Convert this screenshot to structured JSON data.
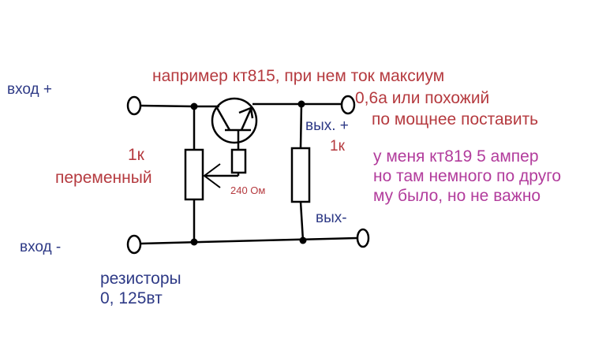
{
  "diagram": {
    "type": "circuit-schematic",
    "title_note": {
      "line1": "например кт815, при нем ток максиум",
      "line2": "0,6а или похожий",
      "line3": "по мощнее поставить"
    },
    "side_note": {
      "line1": "у меня кт819 5 ампер",
      "line2": "но там немного по друго",
      "line3": "му было, но не важно"
    },
    "labels": {
      "input_plus": "вход +",
      "input_minus": "вход -",
      "output_plus": "вых. +",
      "output_minus": "вых-",
      "pot_value": "1к",
      "pot_type": "переменный",
      "load_value": "1к",
      "base_resistor": "240 Ом",
      "resistors_note_line1": "резисторы",
      "resistors_note_line2": "0, 125вт"
    },
    "components": [
      {
        "id": "Q1",
        "kind": "npn-transistor",
        "part": "кт815"
      },
      {
        "id": "R1",
        "kind": "potentiometer",
        "value": "1к"
      },
      {
        "id": "R2",
        "kind": "resistor",
        "value": "240 Ом"
      },
      {
        "id": "R3",
        "kind": "resistor",
        "value": "1к"
      }
    ],
    "colors": {
      "wire": "#000000",
      "blue_text": "#2e3a86",
      "red_text": "#b53a3f",
      "pink_text": "#b23c9c"
    }
  }
}
